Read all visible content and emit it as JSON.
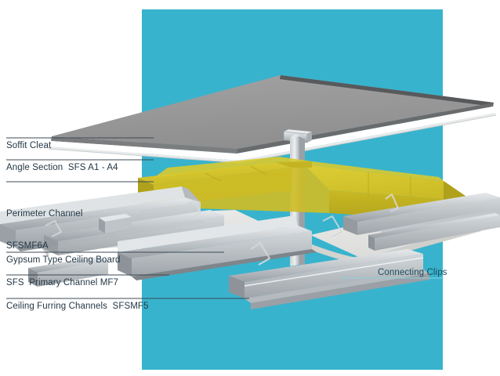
{
  "diagram": {
    "title": "Suspended ceiling system assembly detail",
    "type": "3d-isometric-construction-detail",
    "background_panel_color": "#38b3cd",
    "page_background": "#ffffff",
    "labels": [
      {
        "id": "soffit-cleat",
        "text": "Soffit Cleat",
        "side": "left"
      },
      {
        "id": "angle-section",
        "text": "Angle Section  SFS A1 - A4",
        "side": "left"
      },
      {
        "id": "perimeter-channel",
        "text": "Perimeter Channel",
        "text2": "SFSMF6A",
        "side": "left"
      },
      {
        "id": "gypsum-board",
        "text": "Gypsum Type Ceiling Board",
        "side": "left"
      },
      {
        "id": "sfs-primary-channel",
        "text": "SFS  Primary Channel MF7",
        "side": "left"
      },
      {
        "id": "furring-channels",
        "text": "Ceiling Furring Channels  SFSMF5",
        "side": "left"
      },
      {
        "id": "connecting-clips",
        "text": "Connecting Clips",
        "side": "right"
      }
    ],
    "colors": {
      "teal_panel": "#38b3cd",
      "insulation_yellow": "#d4c32a",
      "insulation_yellow_light": "#e2d44a",
      "insulation_yellow_dark": "#b5a520",
      "slab_gray": "#969696",
      "slab_gray_dark": "#58595b",
      "board_light": "#e4e4e2",
      "metal_light": "#d9dcde",
      "metal_mid": "#b9bec2",
      "metal_dark": "#8d9398",
      "text": "#233746",
      "leader_line": "#5a6670"
    }
  }
}
